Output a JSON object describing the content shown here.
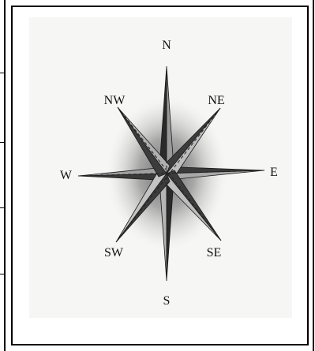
{
  "compass": {
    "labels": {
      "n": "N",
      "ne": "NE",
      "e": "E",
      "se": "SE",
      "s": "S",
      "sw": "SW",
      "w": "W",
      "nw": "NW"
    },
    "colors": {
      "ink": "#111111",
      "paper": "#f6f6f4",
      "glow": "#7a7a7a"
    }
  }
}
